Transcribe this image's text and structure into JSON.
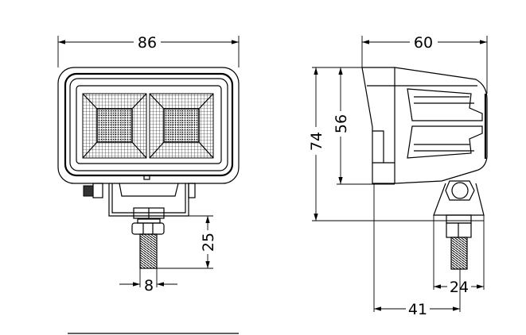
{
  "drawing": {
    "front_view": {
      "width_dim": "86",
      "stud_length_dim": "25",
      "stud_diameter_dim": "8"
    },
    "side_view": {
      "depth_dim": "60",
      "total_height_dim": "74",
      "body_height_dim": "56",
      "bracket_width_dim": "24",
      "mount_offset_dim": "41"
    },
    "line_color": "#000000"
  }
}
